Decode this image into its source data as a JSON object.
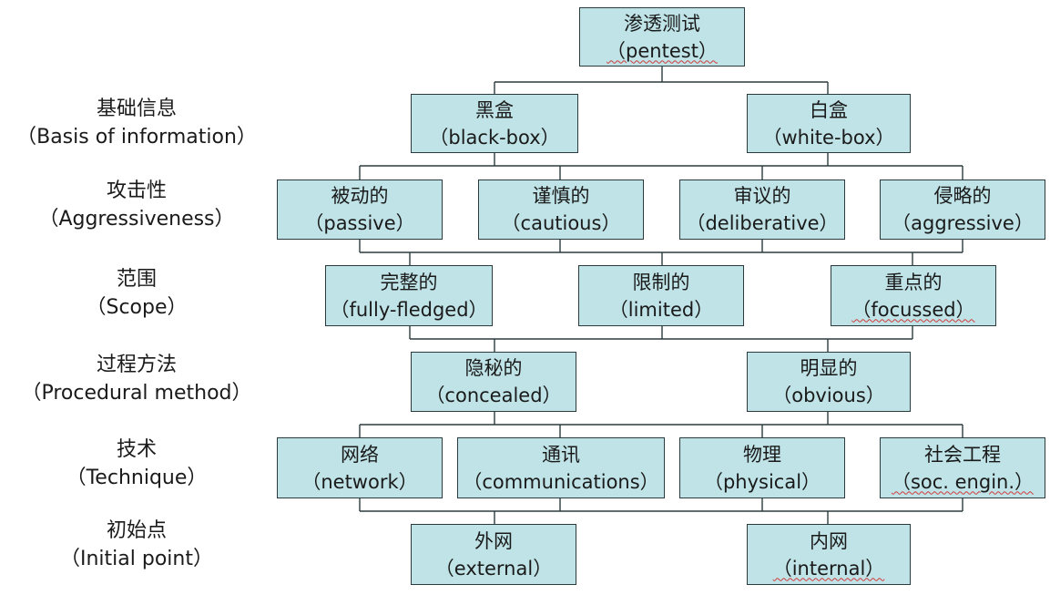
{
  "root": {
    "zh": "渗透测试",
    "en": "（pentest）"
  },
  "rows": [
    {
      "label": {
        "zh": "基础信息",
        "en": "（Basis of information）"
      },
      "nodes": [
        {
          "zh": "黑盒",
          "en": "（black-box）"
        },
        {
          "zh": "白盒",
          "en": "（white-box）"
        }
      ]
    },
    {
      "label": {
        "zh": "攻击性",
        "en": "（Aggressiveness）"
      },
      "nodes": [
        {
          "zh": "被动的",
          "en": "（passive）"
        },
        {
          "zh": "谨慎的",
          "en": "（cautious）"
        },
        {
          "zh": "审议的",
          "en": "（deliberative）"
        },
        {
          "zh": "侵略的",
          "en": "（aggressive）"
        }
      ]
    },
    {
      "label": {
        "zh": "范围",
        "en": "（Scope）"
      },
      "nodes": [
        {
          "zh": "完整的",
          "en": "（fully-fledged）"
        },
        {
          "zh": "限制的",
          "en": "（limited）"
        },
        {
          "zh": "重点的",
          "en": "（focussed）"
        }
      ]
    },
    {
      "label": {
        "zh": "过程方法",
        "en": "（Procedural method）"
      },
      "nodes": [
        {
          "zh": "隐秘的",
          "en": "（concealed）"
        },
        {
          "zh": "明显的",
          "en": "（obvious）"
        }
      ]
    },
    {
      "label": {
        "zh": "技术",
        "en": "（Technique）"
      },
      "nodes": [
        {
          "zh": "网络",
          "en": "（network）"
        },
        {
          "zh": "通讯",
          "en": "（communications）"
        },
        {
          "zh": "物理",
          "en": "（physical）"
        },
        {
          "zh": "社会工程",
          "en": "（soc. engin.）"
        }
      ]
    },
    {
      "label": {
        "zh": "初始点",
        "en": "（Initial point）"
      },
      "nodes": [
        {
          "zh": "外网",
          "en": "（external）"
        },
        {
          "zh": "内网",
          "en": "（internal）"
        }
      ]
    }
  ],
  "colors": {
    "box_fill": "#bfe3e7",
    "box_border": "#2b3b3d",
    "connector": "#2b3b3d",
    "spell_underline": "#d23b3b"
  }
}
